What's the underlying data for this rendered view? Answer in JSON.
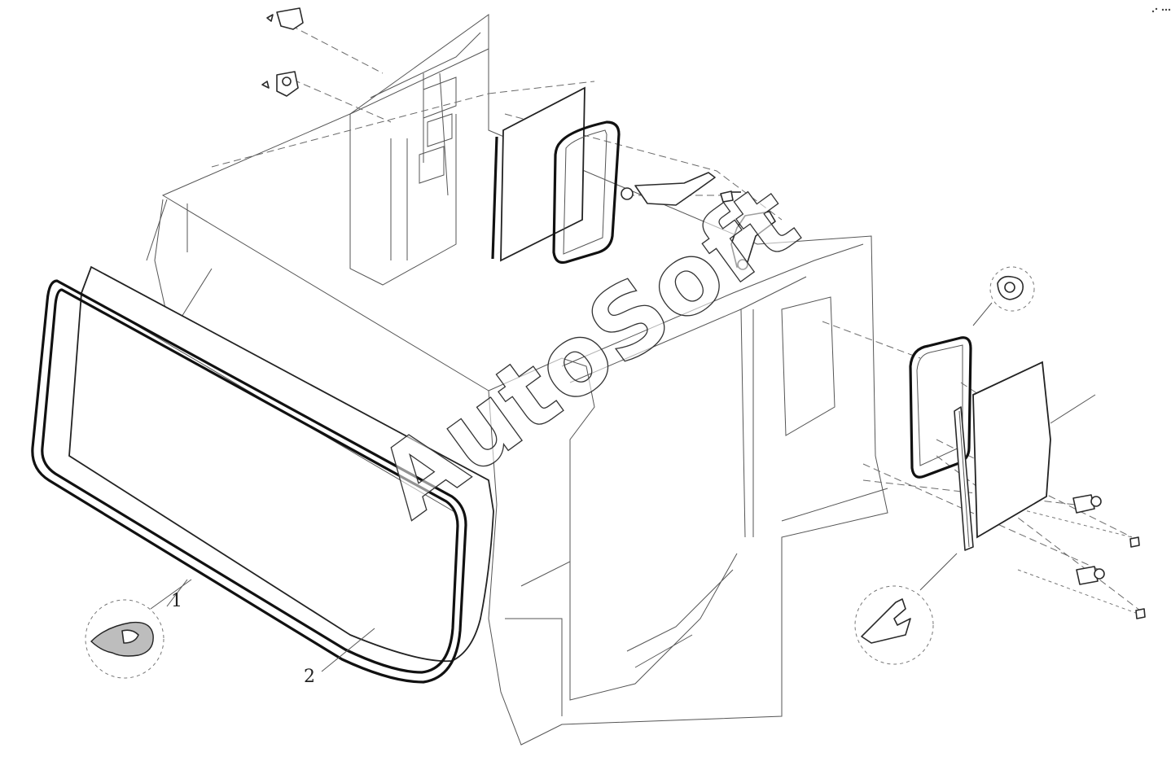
{
  "diagram": {
    "callouts": [
      {
        "id": "1",
        "label": "1"
      },
      {
        "id": "2",
        "label": "2"
      }
    ],
    "watermark": "AutoSoft"
  }
}
